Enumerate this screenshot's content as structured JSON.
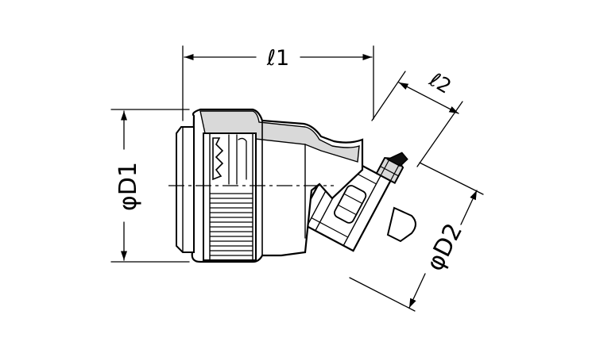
{
  "diagram": {
    "labels": {
      "l1": "ℓ1",
      "l2": "ℓ2",
      "d1": "φD1",
      "d2": "φD2"
    },
    "colors": {
      "line": "#000000",
      "fill_light": "#d9d9d9",
      "fill_white": "#ffffff",
      "dark": "#111111"
    }
  }
}
